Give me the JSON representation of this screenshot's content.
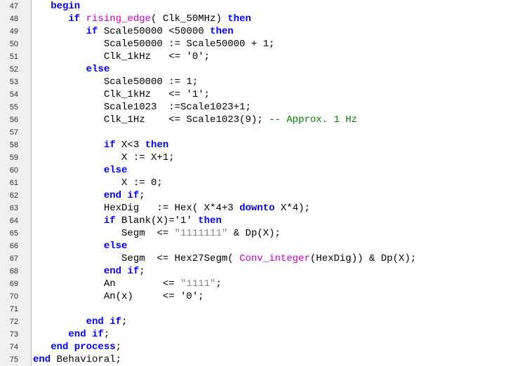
{
  "colors": {
    "keyword": "#0000ff",
    "function": "#cc00cc",
    "string": "#888888",
    "comment": "#008000",
    "text": "#000000",
    "gutter_bg": "#f0f0f0"
  },
  "lines": [
    {
      "num": "47",
      "t": [
        [
          "kw",
          "   begin"
        ]
      ]
    },
    {
      "num": "48",
      "t": [
        [
          "kw",
          "      if"
        ],
        [
          "tx",
          " "
        ],
        [
          "fn",
          "rising_edge"
        ],
        [
          "tx",
          "( Clk_50MHz) "
        ],
        [
          "kw",
          "then"
        ]
      ]
    },
    {
      "num": "49",
      "t": [
        [
          "kw",
          "         if"
        ],
        [
          "tx",
          " Scale50000 <50000 "
        ],
        [
          "kw",
          "then"
        ]
      ]
    },
    {
      "num": "50",
      "t": [
        [
          "tx",
          "            Scale50000 := Scale50000 + 1;"
        ]
      ]
    },
    {
      "num": "51",
      "t": [
        [
          "tx",
          "            Clk_1kHz   <= '0';"
        ]
      ]
    },
    {
      "num": "52",
      "t": [
        [
          "kw",
          "         else"
        ]
      ]
    },
    {
      "num": "53",
      "t": [
        [
          "tx",
          "            Scale50000 := 1;"
        ]
      ]
    },
    {
      "num": "54",
      "t": [
        [
          "tx",
          "            Clk_1kHz   <= '1';"
        ]
      ]
    },
    {
      "num": "55",
      "t": [
        [
          "tx",
          "            Scale1023  :=Scale1023+1;"
        ]
      ]
    },
    {
      "num": "56",
      "t": [
        [
          "tx",
          "            Clk_1Hz    <= Scale1023(9); "
        ],
        [
          "cm",
          "-- Approx. 1 Hz"
        ]
      ]
    },
    {
      "num": "57",
      "t": []
    },
    {
      "num": "58",
      "t": [
        [
          "kw",
          "            if"
        ],
        [
          "tx",
          " X<3 "
        ],
        [
          "kw",
          "then"
        ]
      ]
    },
    {
      "num": "59",
      "t": [
        [
          "tx",
          "               X := X+1;"
        ]
      ]
    },
    {
      "num": "60",
      "t": [
        [
          "kw",
          "            else"
        ]
      ]
    },
    {
      "num": "61",
      "t": [
        [
          "tx",
          "               X := 0;"
        ]
      ]
    },
    {
      "num": "62",
      "t": [
        [
          "kw",
          "            end if"
        ],
        [
          "tx",
          ";"
        ]
      ]
    },
    {
      "num": "63",
      "t": [
        [
          "tx",
          "            HexDig   := Hex( X*4+3 "
        ],
        [
          "kw",
          "downto"
        ],
        [
          "tx",
          " X*4);"
        ]
      ]
    },
    {
      "num": "64",
      "t": [
        [
          "kw",
          "            if"
        ],
        [
          "tx",
          " Blank(X)='1' "
        ],
        [
          "kw",
          "then"
        ]
      ]
    },
    {
      "num": "65",
      "t": [
        [
          "tx",
          "               Segm  <= "
        ],
        [
          "str",
          "\"1111111\""
        ],
        [
          "tx",
          " & Dp(X);"
        ]
      ]
    },
    {
      "num": "66",
      "t": [
        [
          "kw",
          "            else"
        ]
      ]
    },
    {
      "num": "67",
      "t": [
        [
          "tx",
          "               Segm  <= Hex27Segm( "
        ],
        [
          "fn",
          "Conv_integer"
        ],
        [
          "tx",
          "(HexDig)) & Dp(X);"
        ]
      ]
    },
    {
      "num": "68",
      "t": [
        [
          "kw",
          "            end if"
        ],
        [
          "tx",
          ";"
        ]
      ]
    },
    {
      "num": "69",
      "t": [
        [
          "tx",
          "            An        <= "
        ],
        [
          "str",
          "\"1111\""
        ],
        [
          "tx",
          ";"
        ]
      ]
    },
    {
      "num": "70",
      "t": [
        [
          "tx",
          "            An(x)     <= '0';"
        ]
      ]
    },
    {
      "num": "71",
      "t": []
    },
    {
      "num": "72",
      "t": [
        [
          "kw",
          "         end if"
        ],
        [
          "tx",
          ";"
        ]
      ]
    },
    {
      "num": "73",
      "t": [
        [
          "kw",
          "      end if"
        ],
        [
          "tx",
          ";"
        ]
      ]
    },
    {
      "num": "74",
      "t": [
        [
          "kw",
          "   end process"
        ],
        [
          "tx",
          ";"
        ]
      ]
    },
    {
      "num": "75",
      "t": [
        [
          "kw",
          "end"
        ],
        [
          "tx",
          " Behavioral;"
        ]
      ]
    }
  ]
}
